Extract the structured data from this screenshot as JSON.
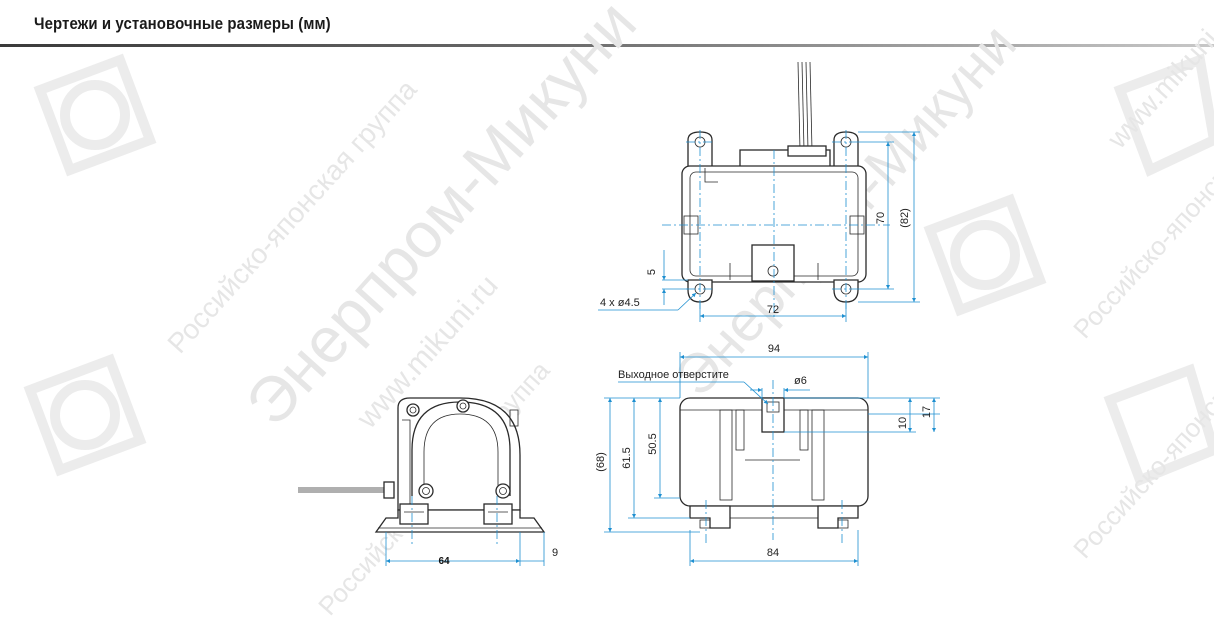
{
  "header": {
    "title": "Чертежи и установочные размеры (мм)"
  },
  "watermark": {
    "company": "Российско-японская группа",
    "brand": "Энерпром-Микуни",
    "site": "www.mikuni.ru"
  },
  "top_view": {
    "height_inner": "70",
    "height_outer": "(82)",
    "offset": "5",
    "holes": "4 x ø4.5",
    "width_holes": "72"
  },
  "front_view": {
    "width_total": "94",
    "outlet_label": "Выходное отверстите",
    "outlet_diameter": "ø6",
    "outlet_offset": "10",
    "outlet_offset_outer": "17",
    "height_outer": "(68)",
    "height_615": "61.5",
    "height_505": "50.5",
    "width_base": "84"
  },
  "side_view": {
    "width": "64",
    "foot": "9"
  },
  "colors": {
    "dimension": "#1e8fd0",
    "outline": "#2a2a2a",
    "watermark": "#e6e6e6"
  }
}
